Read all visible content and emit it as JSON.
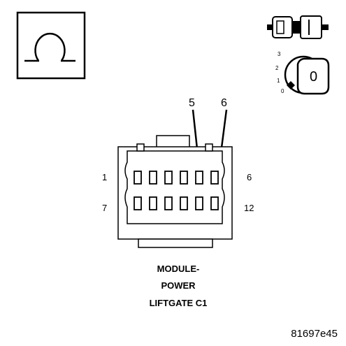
{
  "pin_labels": {
    "top_left": "1",
    "top_right": "6",
    "bottom_left": "7",
    "bottom_right": "12"
  },
  "callouts": {
    "pin_a": "5",
    "pin_b": "6"
  },
  "key_positions": [
    "3",
    "2",
    "1",
    "0"
  ],
  "key_value": "0",
  "caption": {
    "line1": "MODULE-",
    "line2": "POWER",
    "line3": "LIFTGATE C1"
  },
  "figure_id": "81697e45",
  "icons": [
    "ohm-icon",
    "connector-plug-icon",
    "ignition-key-icon"
  ]
}
